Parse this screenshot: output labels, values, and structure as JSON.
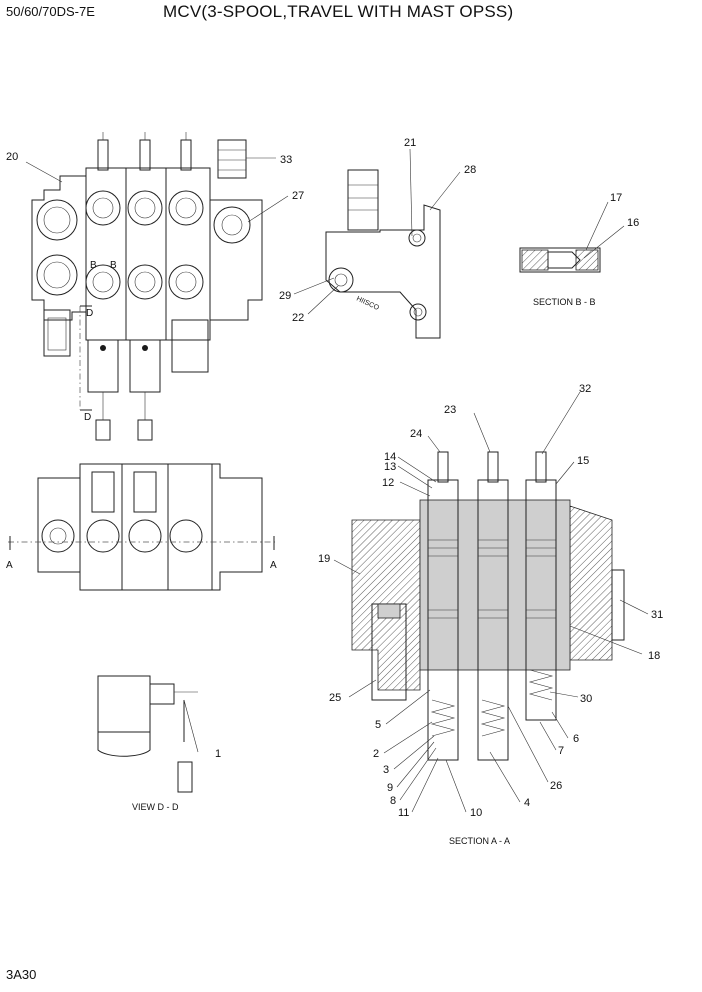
{
  "header": {
    "model": "50/60/70DS-7E",
    "title": "MCV(3-SPOOL,TRAVEL WITH MAST OPSS)"
  },
  "footer": {
    "page_code": "3A30"
  },
  "views": {
    "section_bb": "SECTION B - B",
    "view_dd": "VIEW D - D",
    "section_aa": "SECTION A - A"
  },
  "cut_marks": {
    "b": "B",
    "d": "D",
    "a": "A"
  },
  "stamp": "HIISCO",
  "callouts": [
    "1",
    "2",
    "3",
    "4",
    "5",
    "6",
    "7",
    "8",
    "9",
    "10",
    "11",
    "12",
    "13",
    "14",
    "15",
    "16",
    "17",
    "18",
    "19",
    "20",
    "21",
    "22",
    "23",
    "24",
    "25",
    "26",
    "27",
    "28",
    "29",
    "30",
    "31",
    "32",
    "33"
  ]
}
